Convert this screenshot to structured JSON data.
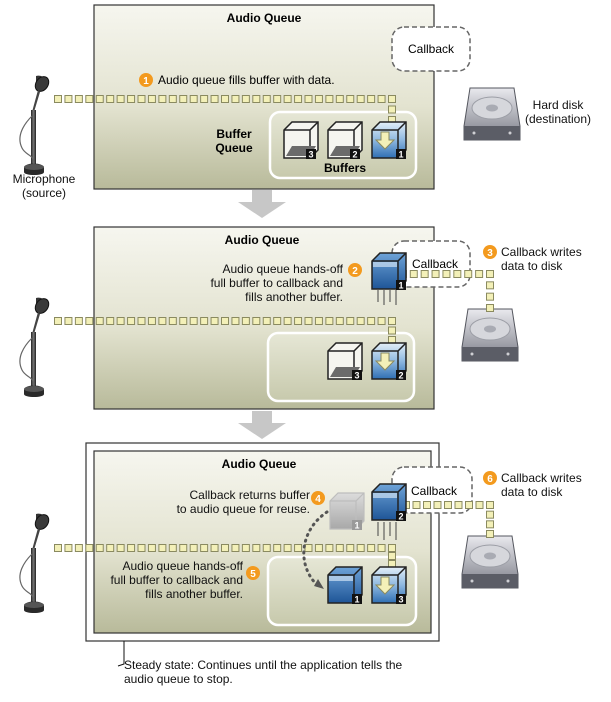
{
  "title_link": "",
  "panel1": {
    "title": "Audio Queue",
    "callback": "Callback",
    "step_num": "1",
    "step_text": "Audio queue fills buffer with data.",
    "buffer_queue": "Buffer\nQueue",
    "buffers": "Buffers",
    "buffer_nums": [
      "3",
      "2",
      "1"
    ],
    "microphone": "Microphone\n(source)",
    "hard_disk": "Hard disk\n(destination)"
  },
  "panel2": {
    "title": "Audio Queue",
    "callback": "Callback",
    "step2_num": "2",
    "step2_text": "Audio queue hands-off\nfull buffer to callback and\nfills another buffer.",
    "step3_num": "3",
    "step3_text": "Callback writes\ndata to disk",
    "buffer_nums": [
      "1",
      "3",
      "2"
    ]
  },
  "panel3": {
    "title": "Audio Queue",
    "callback": "Callback",
    "step4_num": "4",
    "step4_text": "Callback returns buffer\nto audio queue for reuse.",
    "step5_num": "5",
    "step5_text": "Audio queue hands-off\nfull buffer to callback and\nfills another buffer.",
    "step6_num": "6",
    "step6_text": "Callback writes\ndata to disk",
    "buffer_nums": [
      "1",
      "2",
      "1",
      "3"
    ],
    "steady_state": "Steady state: Continues until the application tells the\naudio queue to stop."
  },
  "colors": {
    "panel_top": "#f4f4ec",
    "panel_bottom": "#b9bb9c",
    "step_badge": "#f39a1e",
    "dot_fill": "#f3f0b8",
    "dot_stroke": "#8a8a60",
    "arrow_gray": "#c7c7c7",
    "buffer_blue": "#3b7fc4"
  },
  "icons": [
    "microphone-icon",
    "hard-disk-icon",
    "buffer-cube-icon",
    "down-arrow-icon"
  ]
}
